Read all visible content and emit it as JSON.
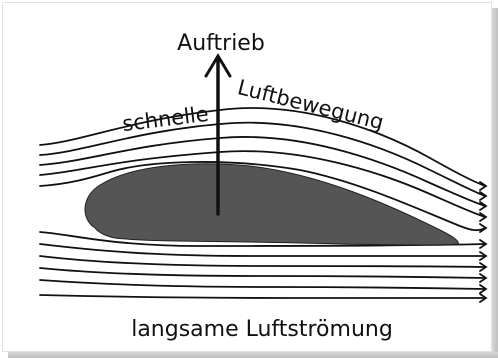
{
  "diagram": {
    "lift_label": "Auftrieb",
    "top_label_left": "schnelle",
    "top_label_right": "Luftbewegung",
    "bottom_label": "langsame Luftströmung"
  },
  "colors": {
    "airfoil": "#555555",
    "lines": "#111111",
    "background": "#ffffff"
  }
}
